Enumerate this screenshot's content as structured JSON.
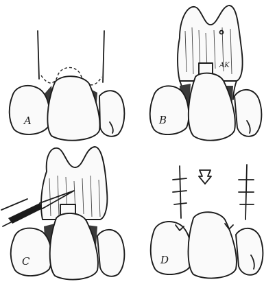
{
  "panels": [
    {
      "id": "A",
      "label": "A"
    },
    {
      "id": "B",
      "label": "B",
      "annotation": "AK"
    },
    {
      "id": "C",
      "label": "C"
    },
    {
      "id": "D",
      "label": "D"
    }
  ],
  "arrow_icon": "down-arrow-icon"
}
